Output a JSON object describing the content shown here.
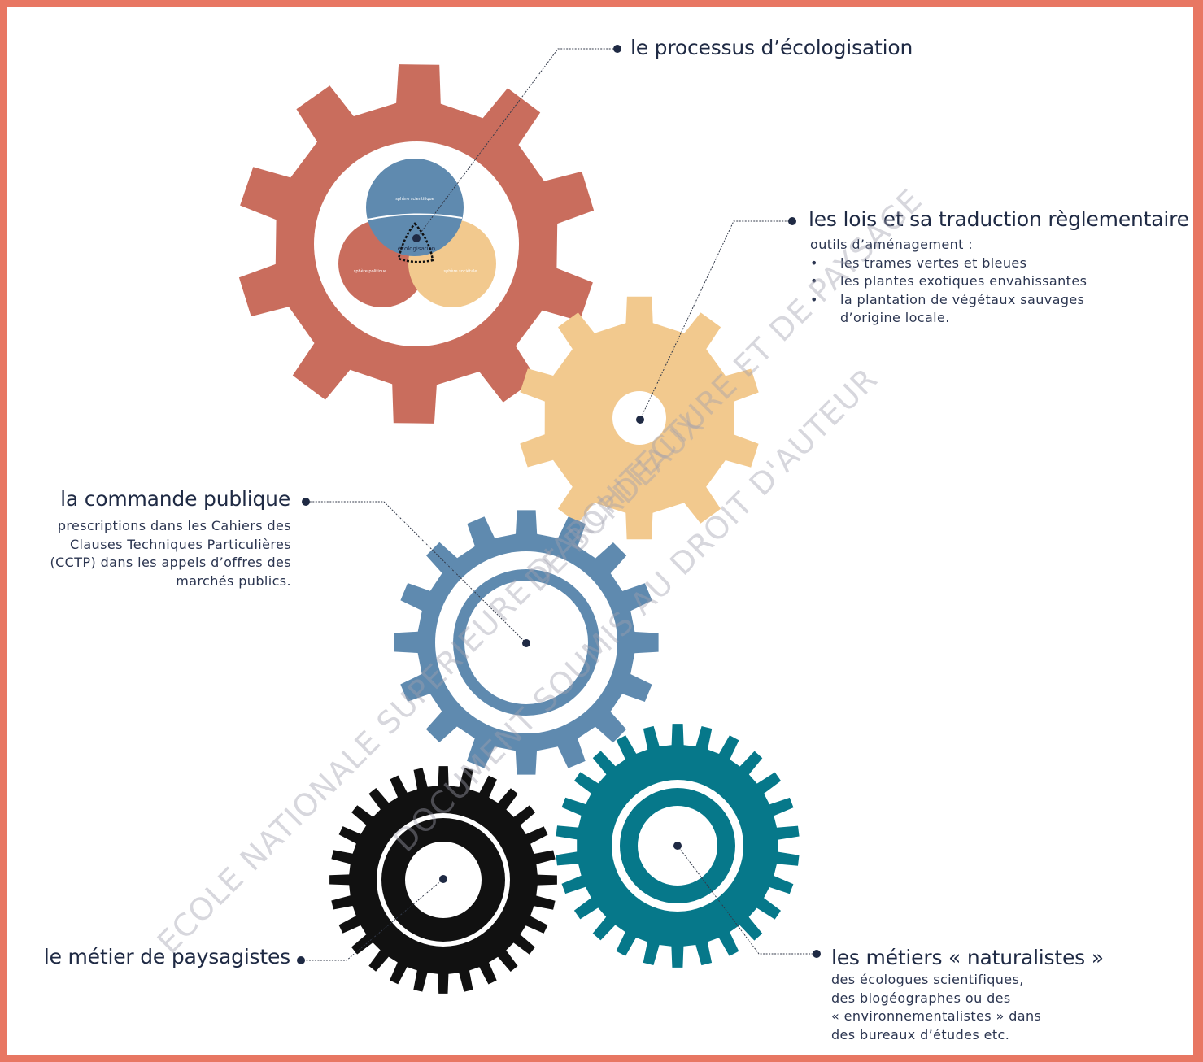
{
  "colors": {
    "border": "#e87763",
    "red_gear": "#c96d5d",
    "yellow_gear": "#f2c98e",
    "blue_gear": "#5f8aaf",
    "black_gear": "#111111",
    "teal_gear": "#06788a",
    "text": "#1f2a44"
  },
  "venn": {
    "scientific": "sphère scientifique",
    "political": "sphère politique",
    "society": "sphère sociétale",
    "center": "écologisation"
  },
  "labels": {
    "ecologisation": {
      "title": "le processus d’écologisation"
    },
    "lois": {
      "title": "les lois et sa traduction règlementaire",
      "subtitle": "outils d’aménagement :",
      "items": [
        "les trames vertes et bleues",
        "les plantes exotiques envahissantes",
        "la plantation de végétaux sauvages",
        "d’origine locale."
      ]
    },
    "commande": {
      "title": "la commande publique",
      "lines": [
        "prescriptions dans les Cahiers des",
        "Clauses Techniques Particulières",
        "(CCTP) dans les appels d’offres des",
        "marchés publics."
      ]
    },
    "paysagistes": {
      "title": "le métier de paysagistes"
    },
    "naturalistes": {
      "title": "les métiers « naturalistes »",
      "lines": [
        "des écologues scientifiques,",
        "des biogéographes ou des",
        "« environnementalistes » dans",
        "des bureaux d’études etc."
      ]
    }
  },
  "watermark": {
    "line1": "ECOLE NATIONALE SUPERIEURE D'ARCHITECTURE ET DE PAYSAGE",
    "line2": "DE BORDEAUX",
    "line3": "DOCUMENT SOUMIS AU DROIT D'AUTEUR"
  }
}
